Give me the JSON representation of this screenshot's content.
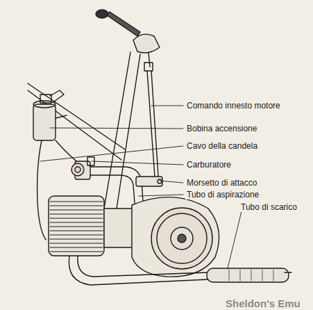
{
  "diagram": {
    "labels": [
      "Comando innesto motore",
      "Bobina accensione",
      "Cavo della candela",
      "Carburatore",
      "Morsetto di attacco",
      "Tubo di aspirazione",
      "Tubo di scarico",
      "Sheldon's Emu"
    ]
  }
}
